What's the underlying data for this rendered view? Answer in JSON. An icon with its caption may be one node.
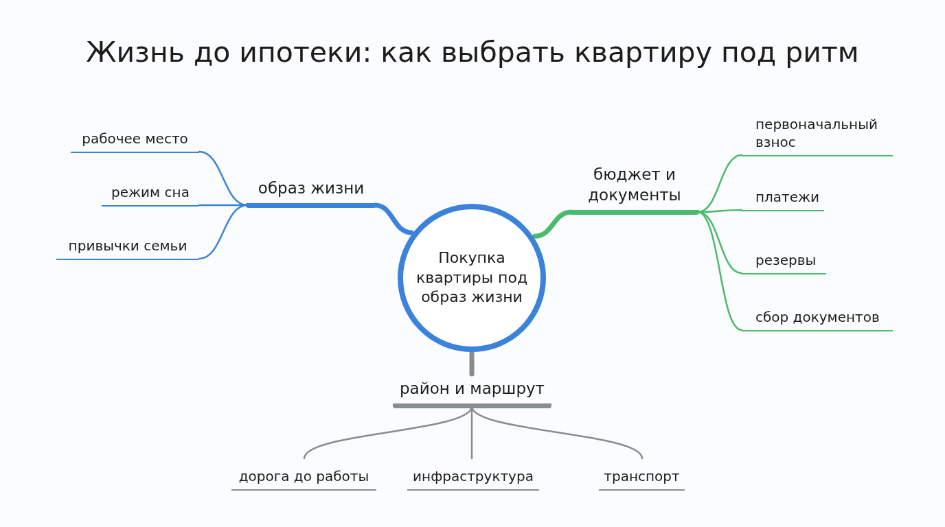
{
  "diagram": {
    "title": "Жизнь до ипотеки: как выбрать квартиру под ритм",
    "nodes": [
      {
        "text": [
          "Покупка квартиры под образ жизни"
        ]
      },
      {
        "text": [
          "образ жизни"
        ]
      },
      {
        "text": [
          "рабочее место"
        ]
      },
      {
        "text": [
          "режим сна"
        ]
      },
      {
        "text": [
          "привычки семьи"
        ]
      },
      {
        "text": [
          "бюджет и документы"
        ]
      },
      {
        "text": [
          "первоначальный взнос"
        ]
      },
      {
        "text": [
          "платежи"
        ]
      },
      {
        "text": [
          "резервы"
        ]
      },
      {
        "text": [
          "сбор документов"
        ]
      },
      {
        "text": [
          "район и маршрут"
        ]
      },
      {
        "text": [
          "дорога до работы"
        ]
      },
      {
        "text": [
          "инфраструктура"
        ]
      },
      {
        "text": [
          "транспорт"
        ]
      }
    ],
    "edges": [
      {
        "from": 0,
        "to": 1,
        "arrow": "none",
        "style": "thick",
        "color": "#3b82db"
      },
      {
        "from": 1,
        "to": 2,
        "arrow": "none",
        "color": "#3b82db"
      },
      {
        "from": 1,
        "to": 3,
        "arrow": "none",
        "color": "#3b82db"
      },
      {
        "from": 1,
        "to": 4,
        "arrow": "none",
        "color": "#3b82db"
      },
      {
        "from": 0,
        "to": 5,
        "arrow": "none",
        "style": "thick",
        "color": "#4cb96c"
      },
      {
        "from": 5,
        "to": 6,
        "arrow": "none",
        "color": "#4cb96c"
      },
      {
        "from": 5,
        "to": 7,
        "arrow": "none",
        "color": "#4cb96c"
      },
      {
        "from": 5,
        "to": 8,
        "arrow": "none",
        "color": "#4cb96c"
      },
      {
        "from": 5,
        "to": 9,
        "arrow": "none",
        "color": "#4cb96c"
      },
      {
        "from": 0,
        "to": 10,
        "arrow": "none",
        "style": "thick",
        "color": "#878c91"
      },
      {
        "from": 10,
        "to": 11,
        "arrow": "none",
        "color": "#878c91"
      },
      {
        "from": 10,
        "to": 12,
        "arrow": "none",
        "color": "#878c91"
      },
      {
        "from": 10,
        "to": 13,
        "arrow": "none",
        "color": "#878c91"
      }
    ]
  }
}
